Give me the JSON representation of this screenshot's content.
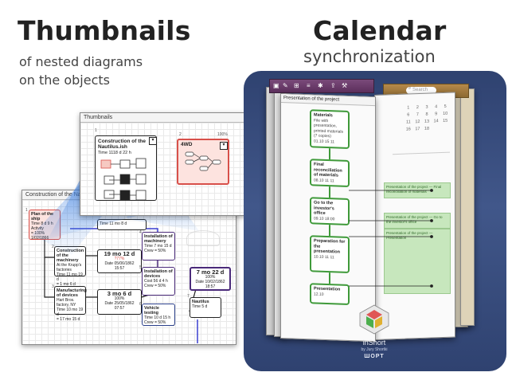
{
  "left_header": {
    "title": "Thumbnails",
    "subtitle_line1": "of nested diagrams",
    "subtitle_line2": "on the objects"
  },
  "right_header": {
    "title": "Calendar",
    "subtitle": "synchronization"
  },
  "thumbnails_window": {
    "title": "Thumbnails",
    "node1": {
      "num": "1",
      "title": "Construction of the Nautilus.ish",
      "time": "Time 1118 d 22 h"
    },
    "node2": {
      "num": "2",
      "title": "4WD",
      "pct": "100%"
    }
  },
  "nautilus_window": {
    "title": "Construction of the Nautilus",
    "nodes": [
      {
        "num": "1",
        "title": "Plan of the ship",
        "l1": "Time 8 d 9 h",
        "l2": "Activity",
        "l3": "= 100%",
        "l4": "1/02/1866"
      },
      {
        "num": "2",
        "title": "Construction of the machinery",
        "l1": "At the Krupp's factories",
        "l2": "Time 11 mo 19 d",
        "l3": "= 1 mo 6 d"
      },
      {
        "num": "3",
        "title": "Manufacturing of devices",
        "l1": "Hart Bros. factory, NY",
        "l2": "Time 10 mo 19 d",
        "l3": "= 17 mo 15 d"
      },
      {
        "num": "",
        "title": "Time 11 mo 8 d",
        "l1": ""
      },
      {
        "num": "4",
        "title": "Installation of machinery",
        "l1": "Time 7 mo 15 d",
        "l2": "Crew",
        "l3": "= 50%"
      },
      {
        "num": "5",
        "title": "Installation of devices",
        "l1": "Cost 56 d 4 h",
        "l2": "Crew",
        "l3": "= 50%"
      },
      {
        "num": "6",
        "title": "Vehicle testing",
        "l1": "Time 10 d 15 h",
        "l2": "Crew",
        "l3": "= 50%"
      },
      {
        "num": "7",
        "title": "Nautilus",
        "l1": "Time 5 d"
      }
    ],
    "counters": [
      {
        "big": "19 mo 12 d",
        "pct": "?77%",
        "l1": "Date 05/06/1862",
        "l2": "15:57"
      },
      {
        "big": "3 mo 6 d",
        "pct": "100%",
        "l1": "Date 25/05/1862",
        "l2": "07:57"
      },
      {
        "big": "7 mo 22 d",
        "pct": "100%",
        "l1": "Date 10/02/1862",
        "l2": "18:57"
      }
    ]
  },
  "calendar_device": {
    "page_title": "Presentation of the project",
    "search_placeholder": "Search",
    "nodes": [
      {
        "title": "Materials",
        "l1": "File with presentation,",
        "l2": "printed materials",
        "l3": "(7 copies)",
        "l4": "01.10 15 11"
      },
      {
        "title": "Final reconciliation of materials",
        "l1": "08.10 11 11"
      },
      {
        "title": "Go to the investor's office",
        "l1": "09.10 18:00"
      },
      {
        "title": "Preparation for the presentation",
        "l1": "10.10 11 11"
      },
      {
        "title": "Presentation",
        "l1": "12.10"
      }
    ],
    "events": [
      "Presentation of the project — Final reconciliation of materials",
      "Presentation of the project — Go to the investor's office",
      "Presentation of the project — Presentation"
    ],
    "calendar_days": [
      "1",
      "2",
      "3",
      "4",
      "5",
      "6",
      "7",
      "8",
      "9",
      "10",
      "11",
      "12",
      "13",
      "14",
      "15",
      "16",
      "17",
      "18"
    ],
    "app_name": "inShort",
    "app_by": "by Jury Shortki",
    "app_mark": "ШОРТ"
  },
  "colors": {
    "accent_green": "#3f9a3a",
    "accent_red": "#d8504a",
    "device_blue": "#3a4d7e"
  }
}
